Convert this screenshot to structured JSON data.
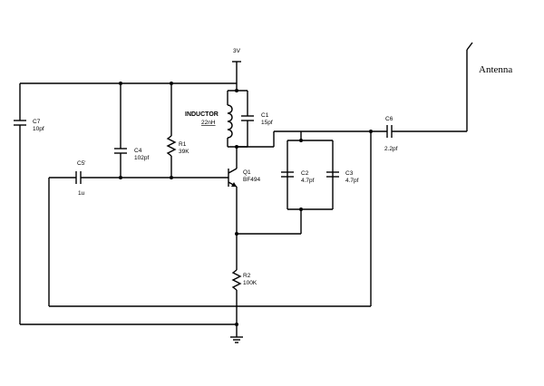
{
  "supply": {
    "label": "3V"
  },
  "antenna": {
    "label": "Antenna"
  },
  "components": {
    "C7": {
      "name": "C7",
      "value": "10pf"
    },
    "C4": {
      "name": "C4",
      "value": "102pf"
    },
    "R1": {
      "name": "R1",
      "value": "39K"
    },
    "L1": {
      "name": "INDUCTOR",
      "value": "22nH"
    },
    "C1": {
      "name": "C1",
      "value": "15pf"
    },
    "C6": {
      "name": "C6",
      "value": "2.2pf"
    },
    "C5": {
      "name": "C5'",
      "value": "1u"
    },
    "Q1": {
      "name": "Q1",
      "value": "BF494"
    },
    "C2": {
      "name": "C2",
      "value": "4.7pf"
    },
    "C3": {
      "name": "C3",
      "value": "4.7pf"
    },
    "R2": {
      "name": "R2",
      "value": "100K"
    }
  },
  "colors": {
    "ink": "#000000",
    "background": "#ffffff"
  }
}
